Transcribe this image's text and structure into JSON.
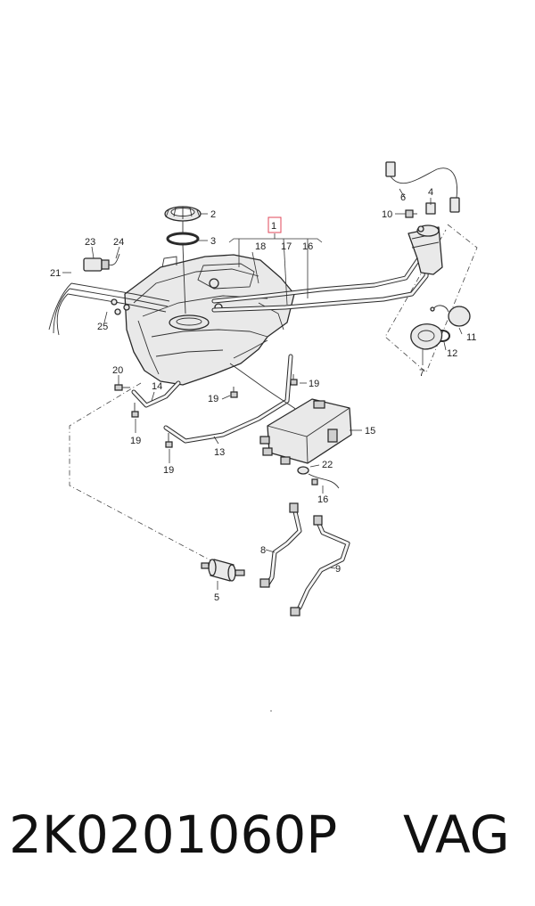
{
  "diagram": {
    "callouts": {
      "c1": "1",
      "c2": "2",
      "c3": "3",
      "c4": "4",
      "c5": "5",
      "c6": "6",
      "c7": "7",
      "c8": "8",
      "c9": "9",
      "c10": "10",
      "c11": "11",
      "c12": "12",
      "c13": "13",
      "c14": "14",
      "c15": "15",
      "c16a": "16",
      "c16b": "16",
      "c17": "17",
      "c18": "18",
      "c19a": "19",
      "c19b": "19",
      "c19c": "19",
      "c19d": "19",
      "c20": "20",
      "c21": "21",
      "c22": "22",
      "c23": "23",
      "c24": "24",
      "c25": "25"
    },
    "highlight_color": "#e0475a"
  },
  "footer": {
    "part_number": "2K0201060P",
    "brand": "VAG"
  }
}
